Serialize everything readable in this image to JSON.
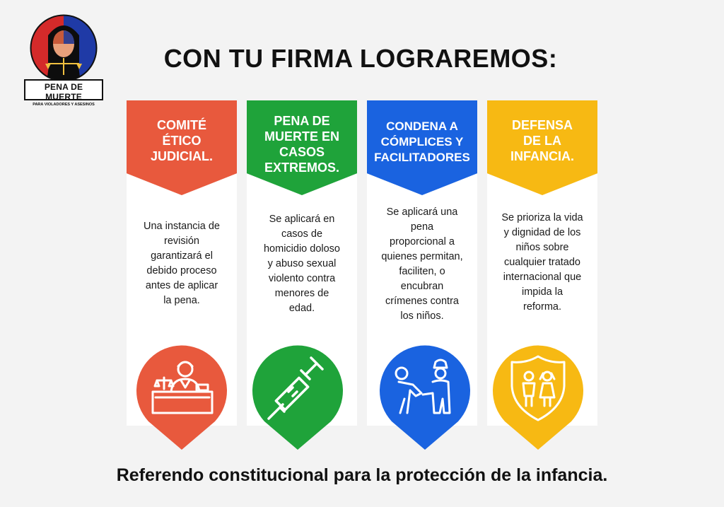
{
  "logo": {
    "main_text": "PENA DE MUERTE",
    "sub_text": "PARA VIOLADORES Y ASESINOS"
  },
  "title": "CON TU FIRMA LOGRAREMOS:",
  "cards": [
    {
      "heading": "COMITÉ\nÉTICO\nJUDICIAL.",
      "description": "Una instancia de\nrevisión\ngarantizará el\ndebido proceso\nantes de aplicar\nla pena.",
      "color": "#e8593d",
      "icon": "judge-at-desk-icon"
    },
    {
      "heading": "PENA DE\nMUERTE EN\nCASOS\nEXTREMOS.",
      "description": "Se aplicará en\ncasos de\nhomicidio doloso\ny abuso sexual\nviolento contra\nmenores de\nedad.",
      "color": "#1fa33a",
      "icon": "syringe-icon"
    },
    {
      "heading": "CONDENA A\nCÓMPLICES Y\nFACILITADORES",
      "description": "Se aplicará una\npena\nproporcional a\nquienes permitan,\nfaciliten, o\nencubran\ncrímenes contra\nlos niños.",
      "color": "#1a63e0",
      "icon": "police-arrest-icon"
    },
    {
      "heading": "DEFENSA\nDE LA\nINFANCIA.",
      "description": "Se prioriza la vida\ny dignidad de los\nniños sobre\ncualquier tratado\ninternacional que\nimpida la\nreforma.",
      "color": "#f7b913",
      "icon": "children-shield-icon"
    }
  ],
  "footer": "Referendo constitucional para la protección de la infancia."
}
